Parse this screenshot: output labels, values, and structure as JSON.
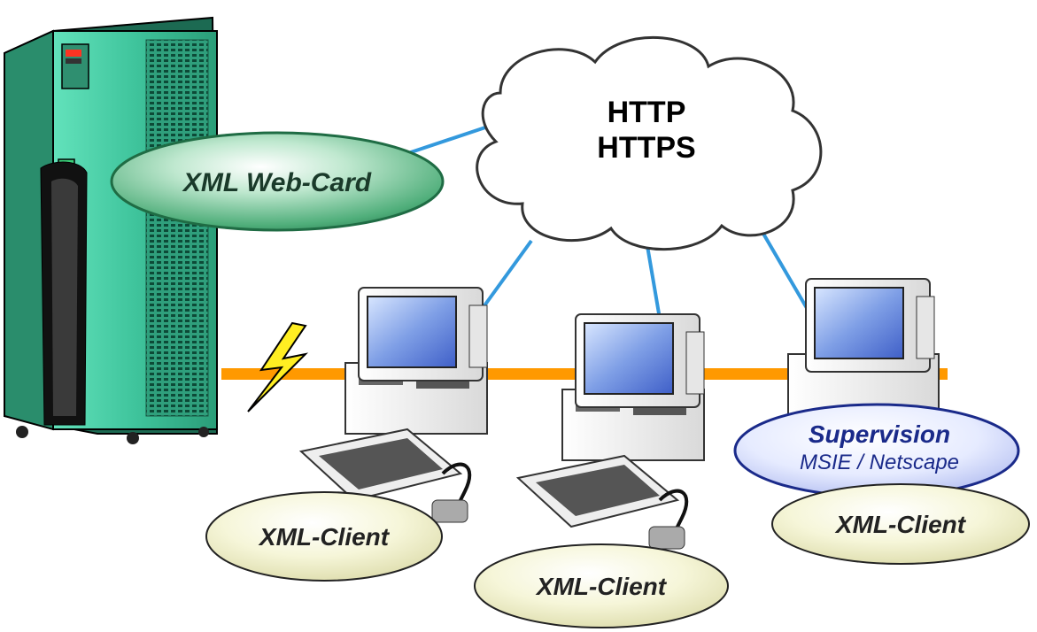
{
  "cloud": {
    "line1": "HTTP",
    "line2": "HTTPS"
  },
  "webcard": {
    "label": "XML Web-Card"
  },
  "supervision": {
    "title": "Supervision",
    "subtitle": "MSIE / Netscape"
  },
  "clients": [
    {
      "label": "XML-Client"
    },
    {
      "label": "XML-Client"
    },
    {
      "label": "XML-Client"
    }
  ],
  "colors": {
    "server": "#3fb894",
    "cable": "#ff9900",
    "link": "#3399dd",
    "cloud_border": "#333333",
    "oval_green": "#2e8f5e",
    "oval_cream": "#f1f0c6",
    "supervision_blue": "#1a2a8a",
    "bolt": "#ffee22"
  }
}
